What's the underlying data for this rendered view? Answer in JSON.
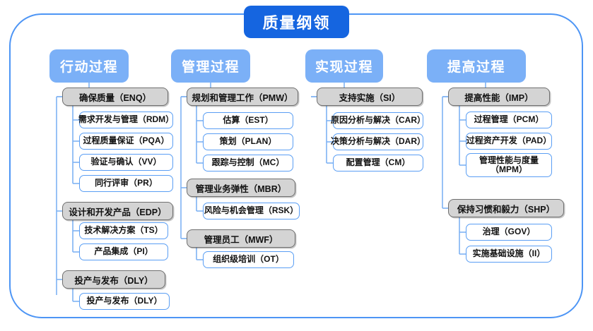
{
  "diagram": {
    "root": {
      "label": "质量纲领"
    },
    "colors": {
      "root_fill": "#1565e0",
      "header_fill": "#7bb0f7",
      "group_fill": "#d4d4d4",
      "group_border": "#6f6f6f",
      "leaf_border": "#5a9ef4",
      "connector": "#7fb2f3",
      "frame_border": "#4d95f5"
    },
    "columns": [
      {
        "header": "行动过程",
        "groups": [
          {
            "label": "确保质量（ENQ）",
            "children": [
              "需求开发与管理（RDM）",
              "过程质量保证（PQA）",
              "验证与确认（VV）",
              "同行评审（PR）"
            ]
          },
          {
            "label": "设计和开发产品（EDP）",
            "children": [
              "技术解决方案（TS）",
              "产品集成（PI）"
            ]
          },
          {
            "label": "投产与发布（DLY）",
            "children": [
              "投产与发布（DLY）"
            ]
          }
        ]
      },
      {
        "header": "管理过程",
        "groups": [
          {
            "label": "规划和管理工作（PMW）",
            "children": [
              "估算（EST）",
              "策划（PLAN）",
              "跟踪与控制（MC）"
            ]
          },
          {
            "label": "管理业务弹性（MBR）",
            "children": [
              "风险与机会管理（RSK）"
            ]
          },
          {
            "label": "管理员工（MWF）",
            "children": [
              "组织级培训（OT）"
            ]
          }
        ]
      },
      {
        "header": "实现过程",
        "groups": [
          {
            "label": "支持实施（SI）",
            "children": [
              "原因分析与解决（CAR）",
              "决策分析与解决（DAR）",
              "配置管理（CM）"
            ]
          }
        ]
      },
      {
        "header": "提高过程",
        "groups": [
          {
            "label": "提高性能（IMP）",
            "children": [
              "过程管理（PCM）",
              "过程资产开发（PAD）",
              "管理性能与度量（MPM）"
            ]
          },
          {
            "label": "保持习惯和毅力（SHP）",
            "children": [
              "治理（GOV）",
              "实施基础设施（II）"
            ]
          }
        ]
      }
    ]
  }
}
